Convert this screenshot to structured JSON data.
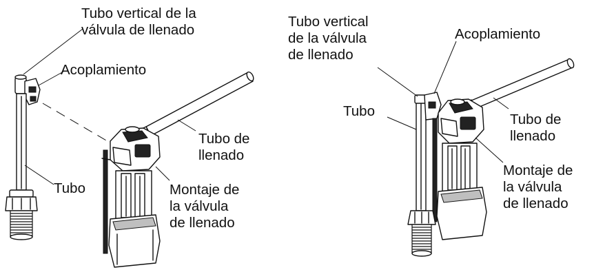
{
  "left_figure": {
    "labels": {
      "riser": [
        "Tubo vertical de la",
        "válvula de llenado"
      ],
      "coupling": [
        "Acoplamiento"
      ],
      "tube": [
        "Tubo"
      ],
      "refill_tube": [
        "Tubo de",
        "llenado"
      ],
      "valve_assembly": [
        "Montaje de",
        "la válvula",
        "de llenado"
      ]
    }
  },
  "right_figure": {
    "labels": {
      "riser": [
        "Tubo vertical",
        "de la válvula",
        "de llenado"
      ],
      "coupling": [
        "Acoplamiento"
      ],
      "tube": [
        "Tubo"
      ],
      "refill_tube": [
        "Tubo de",
        "llenado"
      ],
      "valve_assembly": [
        "Montaje de",
        "la válvula",
        "de llenado"
      ]
    }
  }
}
